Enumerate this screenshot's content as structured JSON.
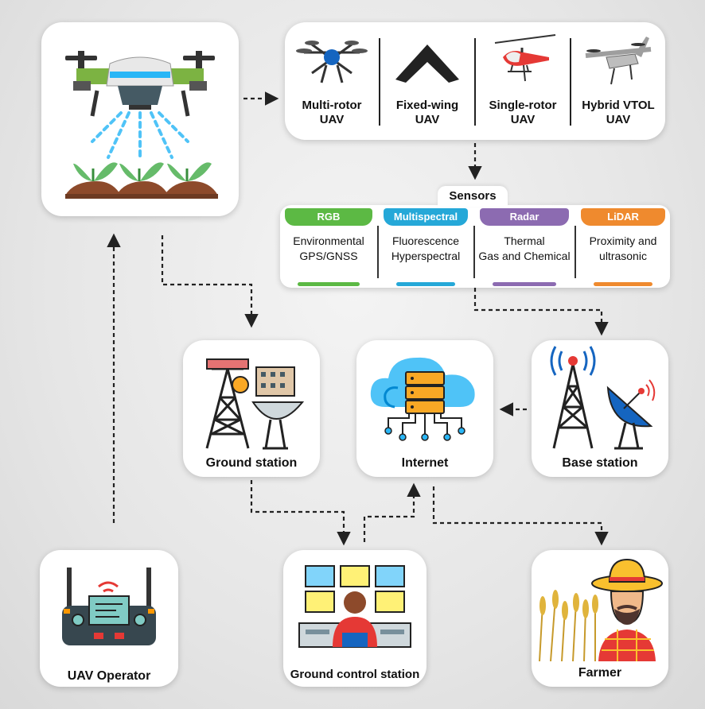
{
  "uav_types": [
    {
      "name": "Multi-rotor\nUAV"
    },
    {
      "name": "Fixed-wing\nUAV"
    },
    {
      "name": "Single-rotor\nUAV"
    },
    {
      "name": "Hybrid VTOL\nUAV"
    }
  ],
  "sensors": {
    "title": "Sensors",
    "columns": [
      {
        "tag": "RGB",
        "color": "#5cb944",
        "text": "Environmental\nGPS/GNSS"
      },
      {
        "tag": "Multispectral",
        "color": "#25a8d8",
        "text": "Fluorescence\nHyperspectral"
      },
      {
        "tag": "Radar",
        "color": "#8c6bb1",
        "text": "Thermal\nGas and Chemical"
      },
      {
        "tag": "LiDAR",
        "color": "#ef8a2e",
        "text": "Proximity and\nultrasonic"
      }
    ]
  },
  "nodes": {
    "ground_station": "Ground station",
    "internet": "Internet",
    "base_station": "Base station",
    "uav_operator": "UAV Operator",
    "ground_control_station": "Ground control station",
    "farmer": "Farmer"
  }
}
